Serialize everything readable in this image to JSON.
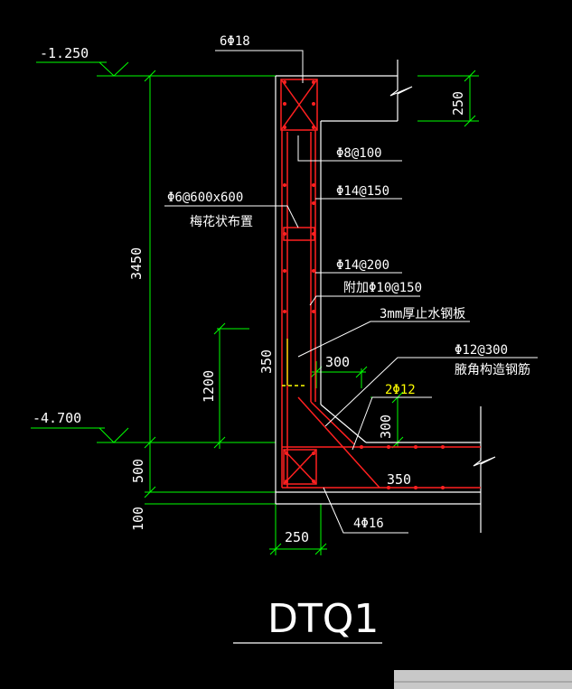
{
  "title": "DTQ1",
  "colors": {
    "background": "#000000",
    "white": "#ffffff",
    "green": "#00ff00",
    "red": "#ff2020",
    "yellow": "#ffff00",
    "grey": "#c8c8c8"
  },
  "elevations": {
    "top": "-1.250",
    "bottom": "-4.700"
  },
  "dimensions": {
    "height_total": "3450",
    "wall_projection": "1200",
    "base_500": "500",
    "base_100": "100",
    "wall_width": "250",
    "top_slab": "250",
    "plate_350": "350",
    "horiz_300": "300",
    "vert_300": "300",
    "base_350": "350"
  },
  "callouts": {
    "top_bars": "6Φ18",
    "stirrup": "Φ8@100",
    "tie_spec": "Φ6@600x600",
    "tie_layout": "梅花状布置",
    "vert_bars": "Φ14@150",
    "horiz_bars": "Φ14@200",
    "extra_bars": "附加Φ10@150",
    "waterstop": "3mm厚止水钢板",
    "haunch_bars": "Φ12@300",
    "haunch_note": "腋角构造钢筋",
    "haunch_main": "2Φ12",
    "base_bars": "4Φ16"
  }
}
